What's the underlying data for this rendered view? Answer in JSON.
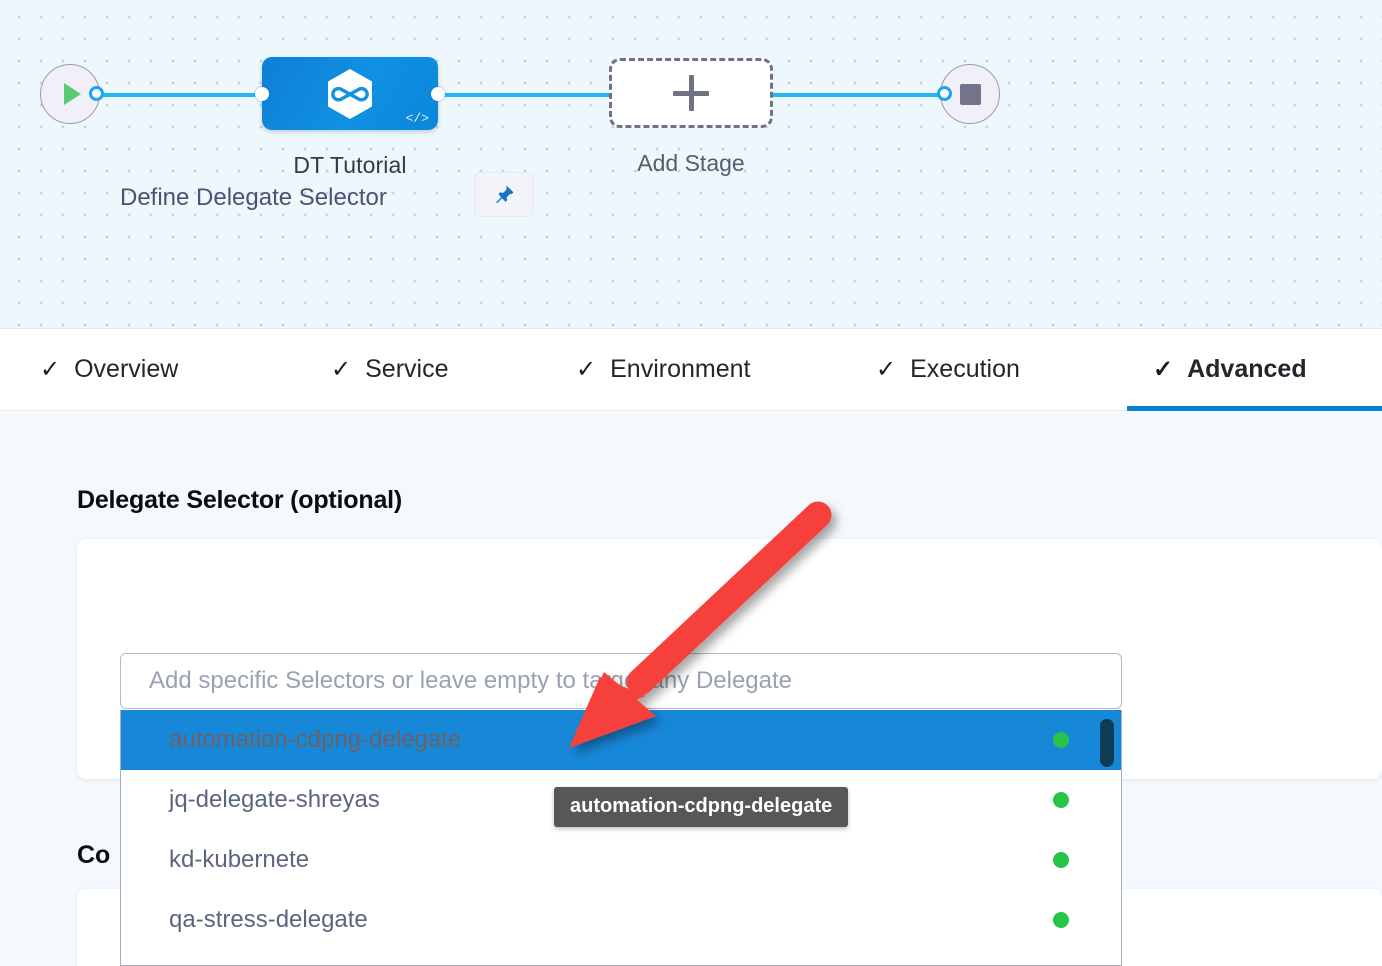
{
  "canvas": {
    "start_node": "start-node",
    "end_node": "end-node",
    "stage": {
      "label": "DT Tutorial",
      "icon": "harness-hexagon-icon",
      "badge": "</>"
    },
    "add_stage": {
      "label": "Add Stage",
      "icon": "plus-icon"
    }
  },
  "tabs": [
    {
      "label": "Overview",
      "check": "✓",
      "active": false
    },
    {
      "label": "Service",
      "check": "✓",
      "active": false
    },
    {
      "label": "Environment",
      "check": "✓",
      "active": false
    },
    {
      "label": "Execution",
      "check": "✓",
      "active": false
    },
    {
      "label": "Advanced",
      "check": "✓",
      "active": true
    }
  ],
  "main": {
    "section_title": "Delegate Selector (optional)",
    "field_label": "Define Delegate Selector",
    "pin_icon": "pin-icon",
    "selector": {
      "value": "",
      "placeholder": "Add specific Selectors or leave empty to target any Delegate"
    },
    "dropdown": {
      "items": [
        {
          "label": "automation-cdpng-delegate",
          "status": "online",
          "selected": true
        },
        {
          "label": "jq-delegate-shreyas",
          "status": "online",
          "selected": false
        },
        {
          "label": "kd-kubernete",
          "status": "online",
          "selected": false
        },
        {
          "label": "qa-stress-delegate",
          "status": "online",
          "selected": false
        }
      ]
    },
    "tooltip": "automation-cdpng-delegate",
    "sub_title": "Co"
  },
  "colors": {
    "accent_blue": "#0b7fd4",
    "selected_row": "#1787d8",
    "status_green": "#28c44a",
    "annotation_red": "#f6413a",
    "canvas_bg": "#eef8fc",
    "content_bg": "#f4f9fd"
  }
}
